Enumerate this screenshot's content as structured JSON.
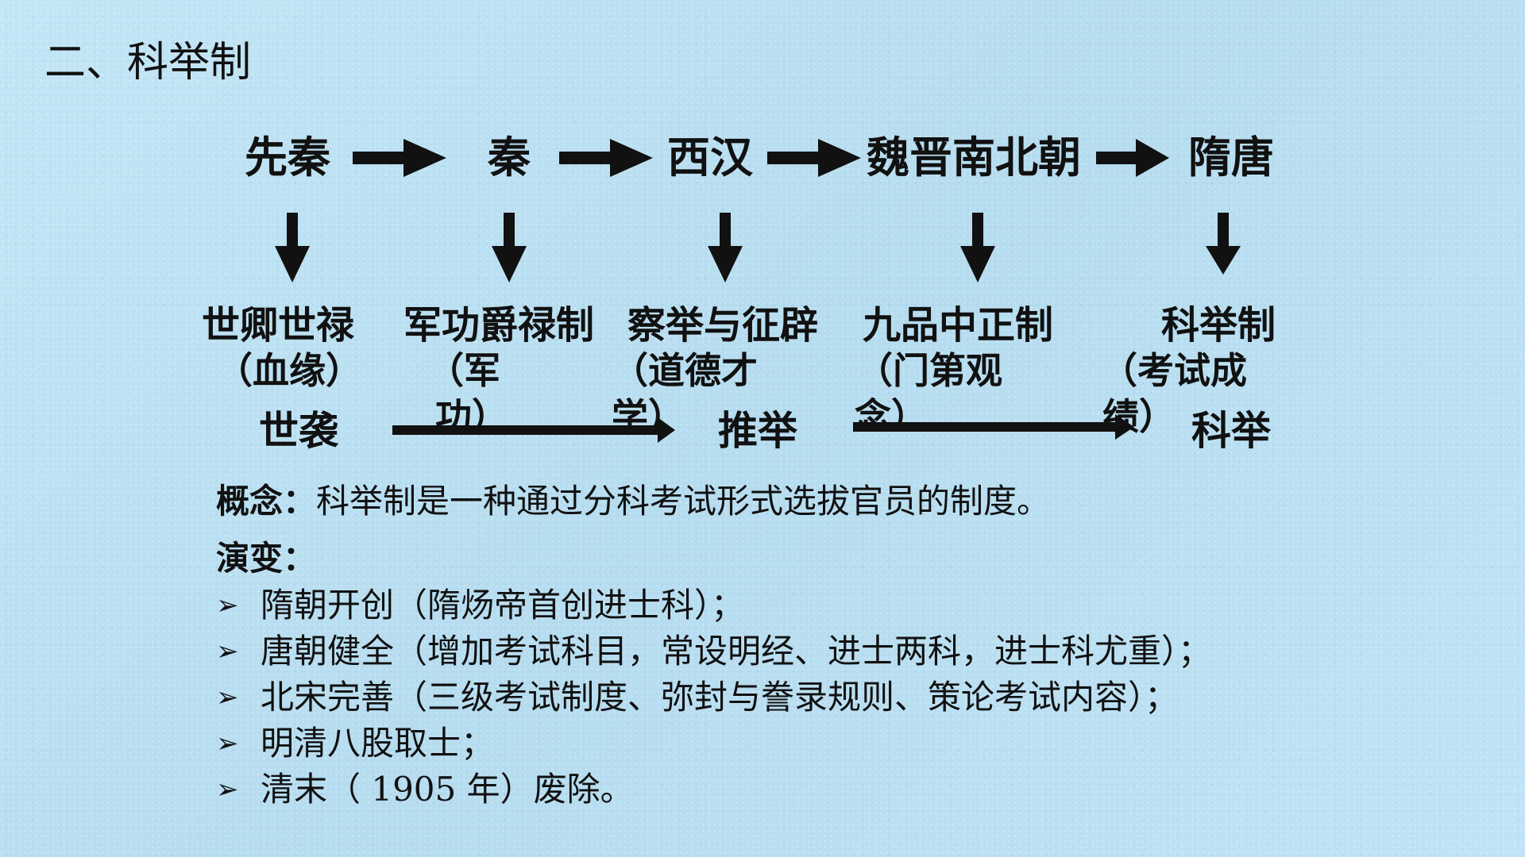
{
  "title": "二、科举制",
  "timeline": {
    "eras": [
      "先秦",
      "秦",
      "西汉",
      "魏晋南北朝",
      "隋唐"
    ],
    "systems": [
      "世卿世禄",
      "军功爵禄制",
      "察举与征辟",
      "九品中正制",
      "科举制"
    ],
    "basis": [
      "（血缘）",
      "（军",
      "（道德才",
      "（门第观",
      "（考试成"
    ],
    "basis_cont": [
      "功）",
      "学）",
      "念）",
      "绩）"
    ],
    "methods": [
      "世袭",
      "推举",
      "科举"
    ]
  },
  "concept": {
    "label": "概念：",
    "text": "科举制是一种通过分科考试形式选拔官员的制度。"
  },
  "evolution": {
    "label": "演变：",
    "marker": "➢",
    "items": [
      "隋朝开创（隋炀帝首创进士科）；",
      "唐朝健全（增加考试科目，常设明经、进士两科，进士科尤重）；",
      "北宋完善（三级考试制度、弥封与誊录规则、策论考试内容）；",
      "明清八股取士；",
      "清末（ 1905 年）废除。"
    ]
  }
}
